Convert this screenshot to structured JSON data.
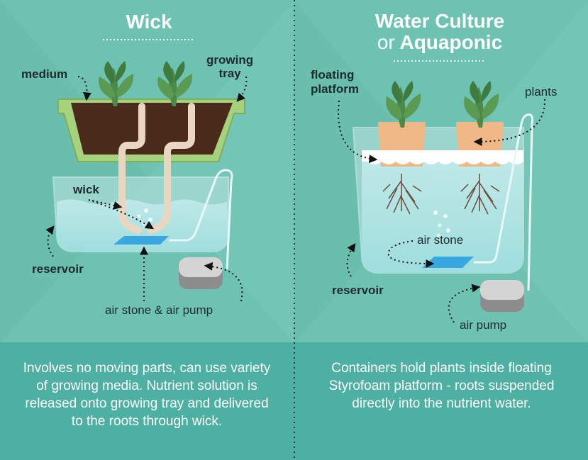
{
  "left_panel": {
    "title": "Wick",
    "labels": {
      "medium": "medium",
      "growing_tray": "growing\ntray",
      "wick": "wick",
      "reservoir": "reservoir",
      "air_stone_pump": "air stone & air pump"
    },
    "description": "Involves no moving parts, can use variety of growing media. Nutrient solution is released onto growing tray and delivered to the roots through wick."
  },
  "right_panel": {
    "title_line1": "Water Culture",
    "title_or": "or",
    "title_line2": "Aquaponic",
    "labels": {
      "floating_platform": "floating\nplatform",
      "plants": "plants",
      "air_stone": "air stone",
      "reservoir": "reservoir",
      "air_pump": "air pump"
    },
    "description": "Containers hold plants inside floating Styrofoam platform - roots suspended directly into the nutrient water."
  },
  "colors": {
    "background": "#6ec2b2",
    "footer": "#4eb0a2",
    "soil": "#4a2a1a",
    "tray": "#8fc16a",
    "water": "#aee3e3",
    "pot": "#f0b886",
    "air_stone": "#3aa8e0",
    "pump": "#c7c7c7",
    "arrow": "#111111"
  }
}
